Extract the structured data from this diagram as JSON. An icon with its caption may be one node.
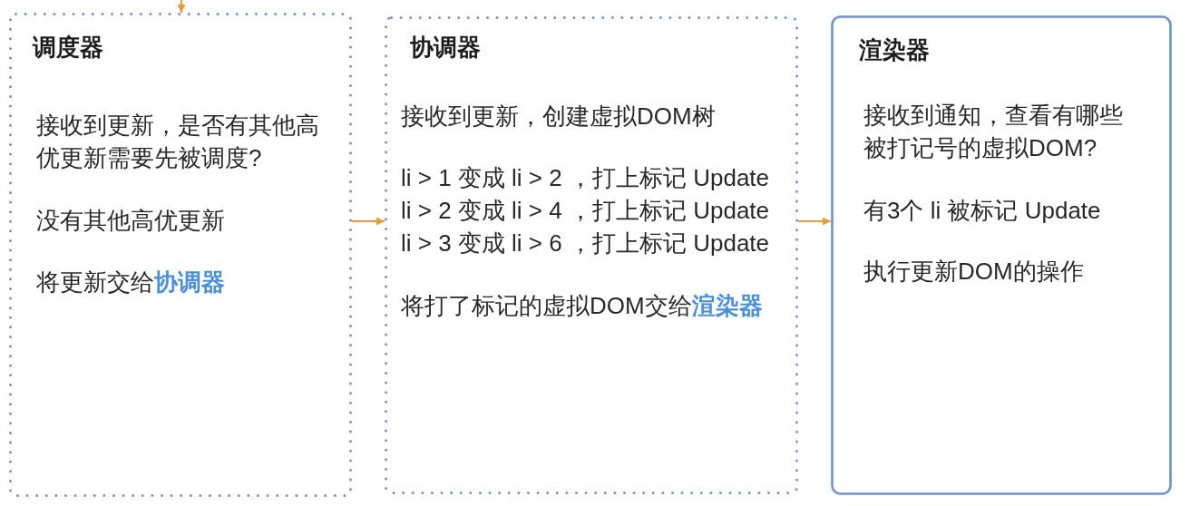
{
  "diagram": {
    "nodes": [
      {
        "text": [
          "调度器",
          "接收到更新，是否有其他高优更新需要先被调度?",
          "没有其他高优更新",
          "将更新交给**协调器**"
        ]
      },
      {
        "text": [
          "协调器",
          "接收到更新，创建虚拟DOM树",
          "li > 1 变成 li > 2 ，打上标记 Update",
          "li > 2 变成 li > 4 ，打上标记 Update",
          "li > 3 变成 li > 6 ，打上标记 Update",
          "将打了标记的虚拟DOM交给**渲染器**"
        ]
      },
      {
        "text": [
          "渲染器",
          "接收到通知，查看有哪些被打记号的虚拟DOM?",
          "有3个 li 被标记 Update",
          "执行更新DOM的操作"
        ]
      }
    ],
    "edges": [
      {
        "from": null,
        "to": 0,
        "arrow": "to"
      },
      {
        "from": 0,
        "to": 1,
        "arrow": "to"
      },
      {
        "from": 1,
        "to": 2,
        "arrow": "to"
      }
    ]
  }
}
